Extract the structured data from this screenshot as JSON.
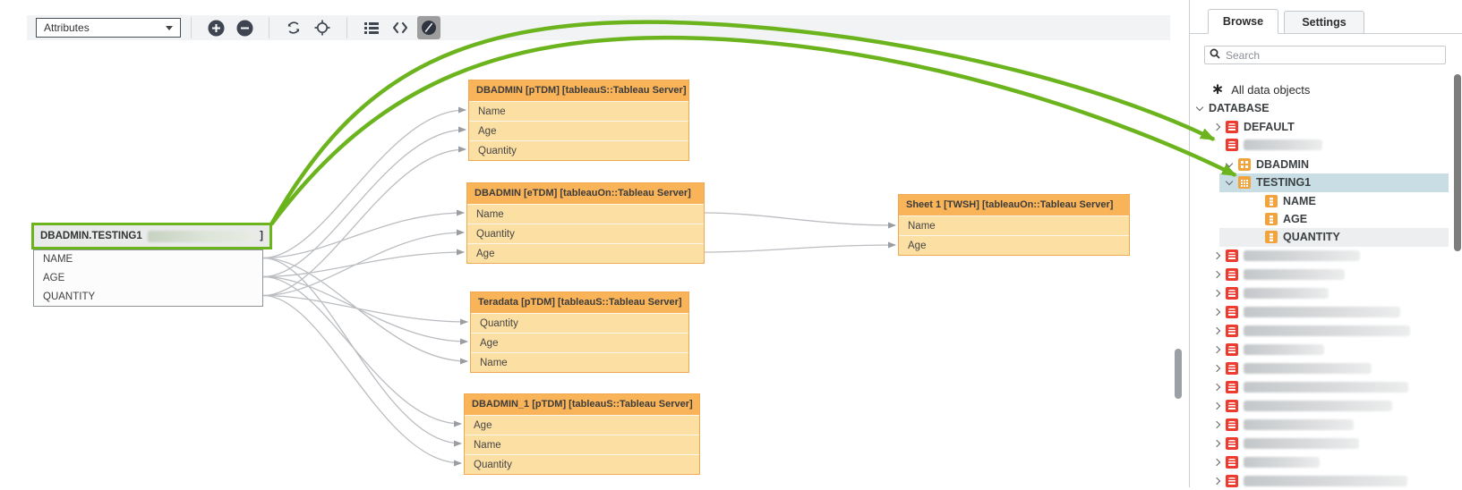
{
  "toolbar": {
    "dropdown_value": "Attributes",
    "icons": [
      "zoom-in",
      "zoom-out",
      "refresh",
      "locate",
      "list-view",
      "code-view",
      "lineage-toggle"
    ]
  },
  "canvas": {
    "source_node": {
      "title": "DBADMIN.TESTING1",
      "bracket": "]",
      "fields": [
        "NAME",
        "AGE",
        "QUANTITY"
      ]
    },
    "nodes": [
      {
        "title": "DBADMIN [pTDM] [tableauS::Tableau Server]",
        "fields": [
          "Name",
          "Age",
          "Quantity"
        ]
      },
      {
        "title": "DBADMIN [eTDM] [tableauOn::Tableau Server]",
        "fields": [
          "Name",
          "Quantity",
          "Age"
        ]
      },
      {
        "title": "Teradata [pTDM] [tableauS::Tableau Server]",
        "fields": [
          "Quantity",
          "Age",
          "Name"
        ]
      },
      {
        "title": "DBADMIN_1 [pTDM] [tableauS::Tableau Server]",
        "fields": [
          "Age",
          "Name",
          "Quantity"
        ]
      },
      {
        "title": "Sheet 1 [TWSH] [tableauOn::Tableau Server]",
        "fields": [
          "Name",
          "Age"
        ]
      }
    ]
  },
  "sidebar": {
    "tabs": [
      {
        "label": "Browse"
      },
      {
        "label": "Settings"
      }
    ],
    "search_placeholder": "Search",
    "tree": {
      "all_label": "All data objects",
      "database_label": "DATABASE",
      "default_label": "DEFAULT",
      "dbadmin_label": "DBADMIN",
      "testing1_label": "TESTING1",
      "columns": [
        "NAME",
        "AGE",
        "QUANTITY"
      ],
      "redacted_row_widths": [
        130,
        113,
        95,
        175,
        186,
        90,
        143,
        184,
        166,
        123,
        129,
        85,
        183
      ]
    }
  },
  "colors": {
    "accent_green": "#6CB41E",
    "node_header": "#F9B45A",
    "node_body": "#FCDFA3",
    "selected_row": "#C8DEE4",
    "icon_red": "#EE3B2F",
    "icon_orange": "#F2A33C"
  }
}
